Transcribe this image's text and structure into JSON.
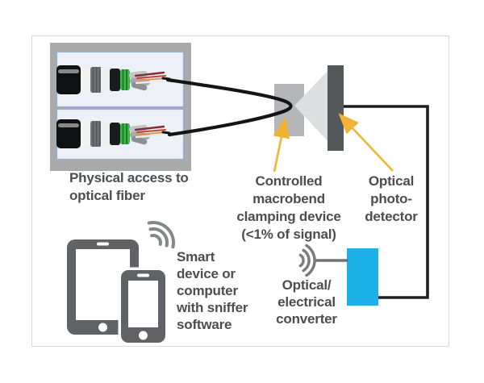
{
  "diagram": {
    "fiber_box": {
      "label": "Physical access to\noptical fiber"
    },
    "clamp": {
      "label": "Controlled\nmacrobend\nclamping device\n(<1% of signal)"
    },
    "detector": {
      "label": "Optical\nphoto-\ndetector"
    },
    "converter": {
      "label": "Optical/\nelectrical\nconverter"
    },
    "sniffer": {
      "label": "Smart\ndevice or\ncomputer\nwith sniffer\nsoftware"
    }
  },
  "colors": {
    "accent_yellow": "#f0b434",
    "converter_blue": "#1bb1e7",
    "device_gray": "#606266",
    "detector_gray": "#55585b",
    "clamp_gray": "#b4b6b9",
    "cone_gray": "#dcdee0",
    "panel_border_blue": "#8fb0d8",
    "panel_fill": "#edf1f7",
    "box_gray": "#a8aaac",
    "wire_black": "#1f1f1f",
    "signal_gray": "#808285",
    "text_gray": "#4b4d50",
    "frame_border": "#d8d9da"
  }
}
